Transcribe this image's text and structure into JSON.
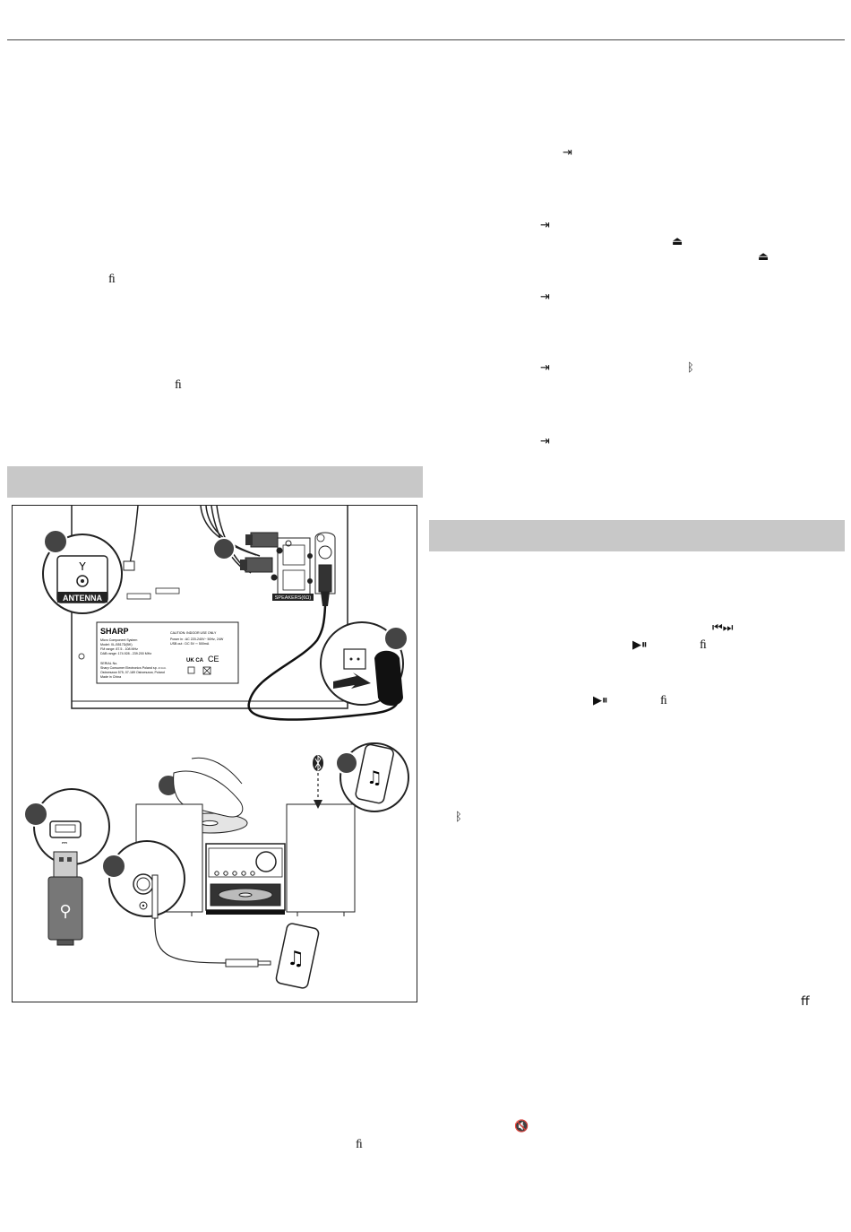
{
  "glyphs": {
    "fi": "ﬁ",
    "ff": "ﬀ",
    "input": "⇥",
    "eject": "⏏",
    "bluetooth": "ᛒ",
    "prev_next": "⏮⏭",
    "play_pause": "▶⏸",
    "mute": "🔇"
  },
  "figure": {
    "antenna_label": "ANTENNA",
    "speaker_label": "SPEAKERS(6Ω)",
    "brand": "SHARP",
    "rating_lines": [
      "Micro Component System",
      "Model: XL-B517D(BK)",
      "FM range: 87.5 - 108 MHz",
      "DAB range: 174.928 - 239.200 MHz",
      "SERIAL No.",
      "Sharp Consumer Electronics Poland sp. z o.o.",
      "Ostrzeszow 575, 07-189 Ostrzeszow, Poland",
      "Made in China"
    ],
    "caution_lines": [
      "CAUTION: INDOOR USE ONLY",
      "Power in : AC 220-240V~ 50Hz, 24W",
      "USB out : DC 5V ⎓ 500mA"
    ],
    "marks": [
      "UK CA",
      "CE"
    ]
  },
  "colors": {
    "section_bar": "#c8c8c8",
    "rule": "#444444"
  }
}
